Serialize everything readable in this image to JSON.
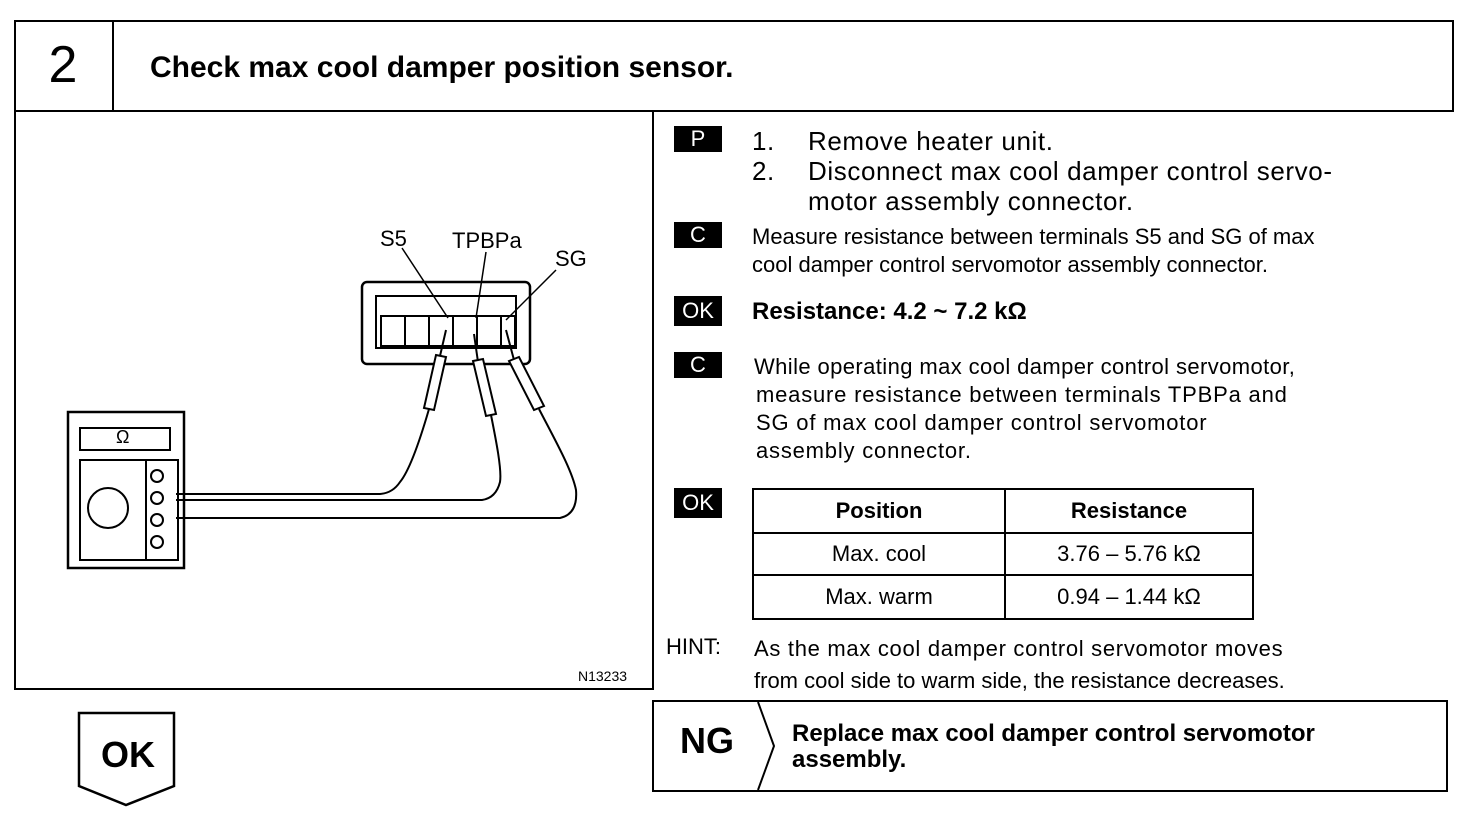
{
  "step": {
    "number": "2",
    "title": "Check max cool damper position sensor."
  },
  "diagram": {
    "terminal_labels": [
      "S5",
      "TPBPa",
      "SG"
    ],
    "meter_symbol": "Ω",
    "figure_code": "N13233"
  },
  "instructions": {
    "prep": {
      "badge": "P",
      "items": [
        {
          "num": "1.",
          "line1": "Remove heater unit."
        },
        {
          "num": "2.",
          "line1": "Disconnect max cool damper control servo-",
          "line2": "motor assembly connector."
        }
      ]
    },
    "check1": {
      "badge": "C",
      "line1": "Measure resistance between terminals S5 and SG of max",
      "line2": "cool damper control servomotor assembly connector."
    },
    "ok1": {
      "badge": "OK",
      "text": "Resistance: 4.2 ~ 7.2 kΩ"
    },
    "check2": {
      "badge": "C",
      "line1": "While operating max cool damper control servomotor,",
      "line2": "measure resistance between terminals TPBPa and",
      "line3": "SG of max cool damper control servomotor",
      "line4": "assembly connector."
    },
    "ok2": {
      "badge": "OK",
      "table": {
        "headers": [
          "Position",
          "Resistance"
        ],
        "rows": [
          [
            "Max. cool",
            "3.76 – 5.76 kΩ"
          ],
          [
            "Max. warm",
            "0.94 – 1.44 kΩ"
          ]
        ]
      }
    },
    "hint": {
      "label": "HINT:",
      "line1": "As the max cool damper control servomotor moves",
      "line2": "from cool side to warm side, the resistance decreases."
    }
  },
  "result_ng": {
    "label": "NG",
    "line1": "Replace max cool damper control servomotor",
    "line2": "assembly."
  },
  "result_ok": {
    "label": "OK"
  }
}
